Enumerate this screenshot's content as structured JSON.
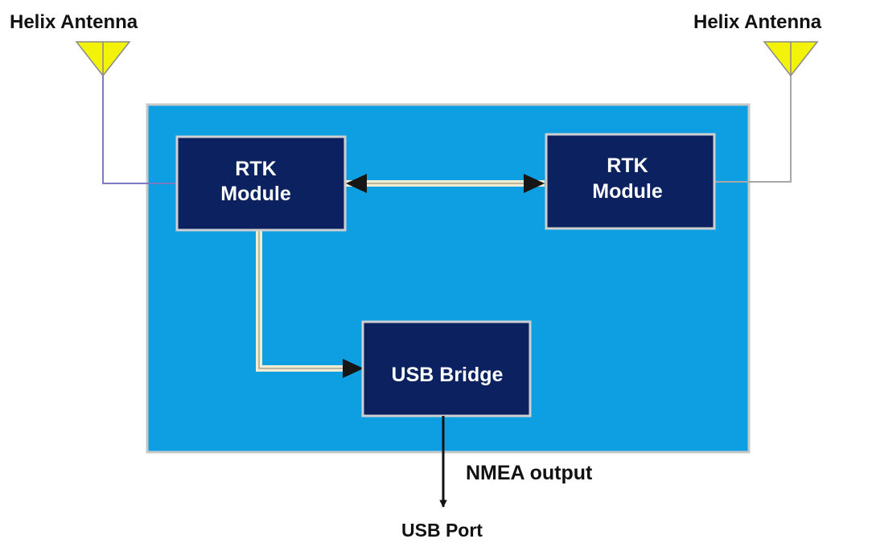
{
  "labels": {
    "antenna_left": "Helix Antenna",
    "antenna_right": "Helix Antenna",
    "nmea_output": "NMEA output",
    "usb_port": "USB Port"
  },
  "boxes": {
    "rtk_left": {
      "line1": "RTK",
      "line2": "Module"
    },
    "rtk_right": {
      "line1": "RTK",
      "line2": "Module"
    },
    "usb_bridge": "USB Bridge"
  },
  "colors": {
    "board": "#0e9fe2",
    "module": "#0b2160",
    "antenna": "#f3f30a",
    "connector": "#ece6c6"
  }
}
